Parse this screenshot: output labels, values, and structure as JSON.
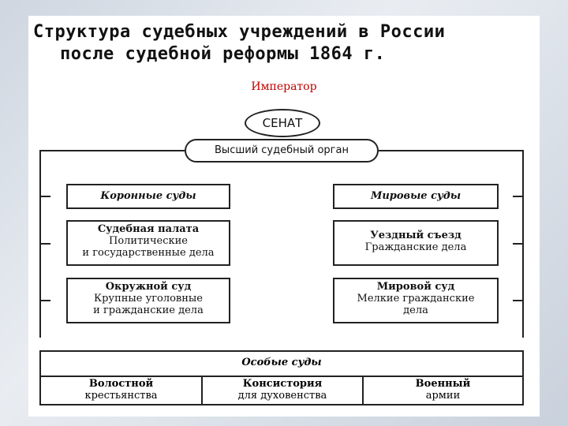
{
  "title": {
    "line1": "Структура судебных учреждений в России",
    "line2": "после судебной реформы 1864 г."
  },
  "emperor": "Император",
  "senate": "СЕНАТ",
  "supreme_organ": "Высший судебный орган",
  "crown_courts": {
    "header": "Коронные суды",
    "courts": [
      {
        "name": "Судебная палата",
        "desc1": "Политические",
        "desc2": "и государственные дела"
      },
      {
        "name": "Окружной суд",
        "desc1": "Крупные уголовные",
        "desc2": "и гражданские дела"
      }
    ]
  },
  "magistrate_courts": {
    "header": "Мировые суды",
    "courts": [
      {
        "name": "Уездный съезд",
        "desc1": "Гражданские дела",
        "desc2": ""
      },
      {
        "name": "Мировой суд",
        "desc1": "Мелкие гражданские",
        "desc2": "дела"
      }
    ]
  },
  "special_courts": {
    "header": "Особые суды",
    "items": [
      {
        "name": "Волостной",
        "desc": "крестьянства"
      },
      {
        "name": "Консистория",
        "desc": "для духовенства"
      },
      {
        "name": "Военный",
        "desc": "армии"
      }
    ]
  }
}
